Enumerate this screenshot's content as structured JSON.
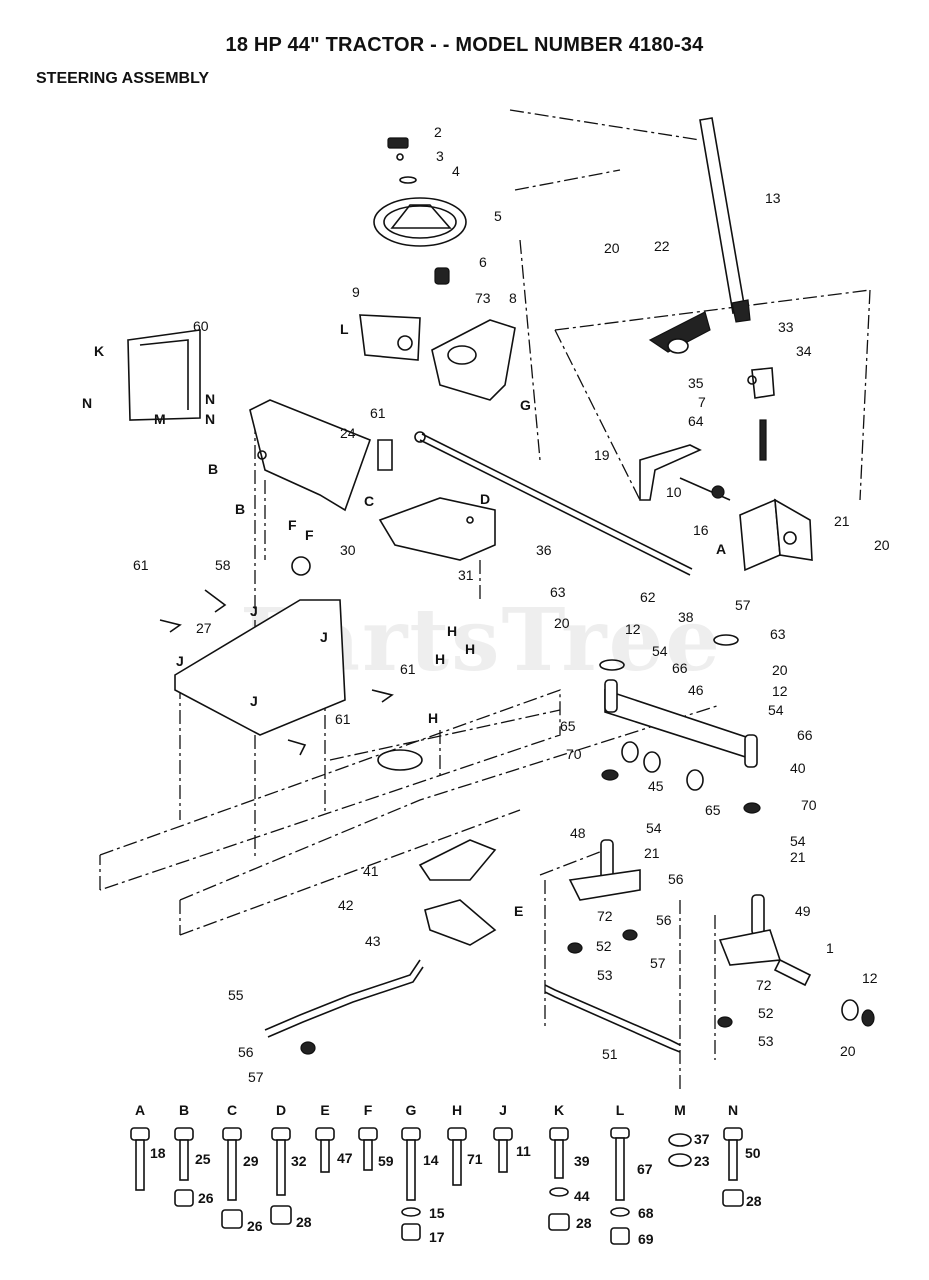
{
  "header": {
    "title": "18 HP 44\" TRACTOR - - MODEL NUMBER 4180-34",
    "subtitle": "STEERING ASSEMBLY"
  },
  "watermark": "PartsTree",
  "callouts": [
    "1",
    "2",
    "3",
    "4",
    "5",
    "6",
    "7",
    "8",
    "9",
    "10",
    "12",
    "13",
    "16",
    "19",
    "20",
    "21",
    "22",
    "24",
    "27",
    "30",
    "31",
    "33",
    "34",
    "35",
    "36",
    "38",
    "40",
    "41",
    "42",
    "43",
    "45",
    "46",
    "48",
    "49",
    "51",
    "52",
    "53",
    "54",
    "55",
    "56",
    "57",
    "58",
    "60",
    "61",
    "62",
    "63",
    "64",
    "65",
    "66",
    "70",
    "72",
    "73"
  ],
  "hardware_legend": [
    {
      "letter": "A",
      "parts": [
        "18"
      ]
    },
    {
      "letter": "B",
      "parts": [
        "25",
        "26"
      ]
    },
    {
      "letter": "C",
      "parts": [
        "29",
        "26"
      ]
    },
    {
      "letter": "D",
      "parts": [
        "32",
        "28"
      ]
    },
    {
      "letter": "E",
      "parts": [
        "47"
      ]
    },
    {
      "letter": "F",
      "parts": [
        "59"
      ]
    },
    {
      "letter": "G",
      "parts": [
        "14",
        "15",
        "17"
      ]
    },
    {
      "letter": "H",
      "parts": [
        "71"
      ]
    },
    {
      "letter": "J",
      "parts": [
        "11"
      ]
    },
    {
      "letter": "K",
      "parts": [
        "39",
        "44",
        "28"
      ]
    },
    {
      "letter": "L",
      "parts": [
        "67",
        "68",
        "69"
      ]
    },
    {
      "letter": "M",
      "parts": [
        "37",
        "23"
      ]
    },
    {
      "letter": "N",
      "parts": [
        "50",
        "28"
      ]
    }
  ]
}
